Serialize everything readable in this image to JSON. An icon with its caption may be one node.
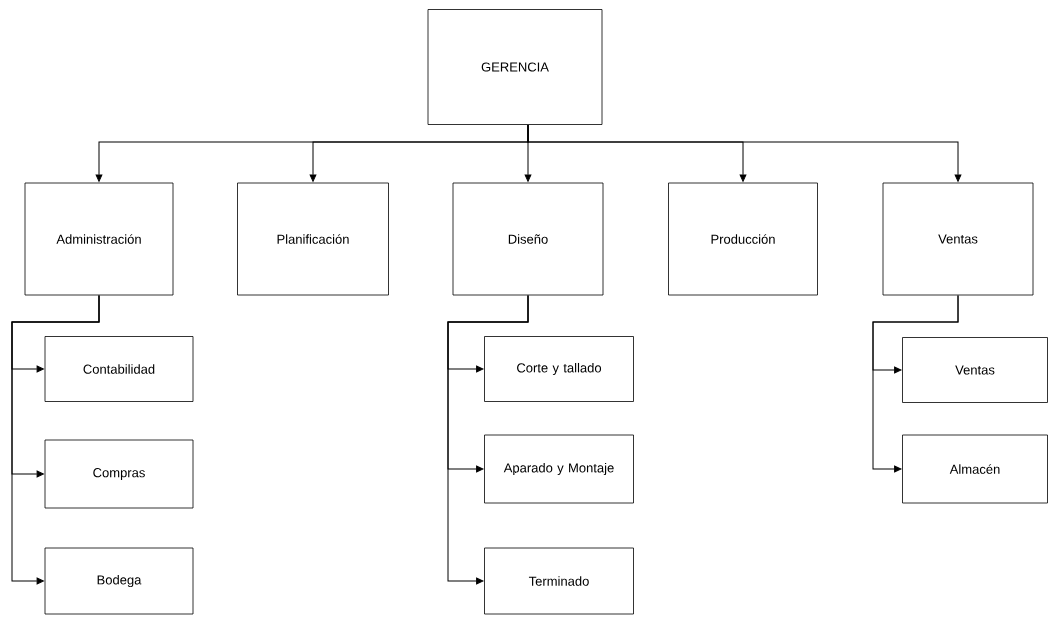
{
  "diagram": {
    "nodes": [
      {
        "text": [
          "GERENCIA"
        ]
      },
      {
        "text": [
          "Administración"
        ]
      },
      {
        "text": [
          "Planificación"
        ]
      },
      {
        "text": [
          "Diseño"
        ]
      },
      {
        "text": [
          "Producción"
        ]
      },
      {
        "text": [
          "Ventas"
        ]
      },
      {
        "text": [
          "Contabilidad"
        ]
      },
      {
        "text": [
          "Compras"
        ]
      },
      {
        "text": [
          "Bodega"
        ]
      },
      {
        "text": [
          "Corte y tallado"
        ]
      },
      {
        "text": [
          "Aparado y Montaje"
        ]
      },
      {
        "text": [
          "Terminado"
        ]
      },
      {
        "text": [
          "Ventas"
        ]
      },
      {
        "text": [
          "Almacén"
        ]
      }
    ],
    "edges": [
      {
        "from": 0,
        "to": 1,
        "arrow": "to"
      },
      {
        "from": 0,
        "to": 2,
        "arrow": "to"
      },
      {
        "from": 0,
        "to": 3,
        "arrow": "to"
      },
      {
        "from": 0,
        "to": 4,
        "arrow": "to"
      },
      {
        "from": 0,
        "to": 5,
        "arrow": "to"
      },
      {
        "from": 1,
        "to": 6,
        "arrow": "to"
      },
      {
        "from": 1,
        "to": 7,
        "arrow": "to"
      },
      {
        "from": 1,
        "to": 8,
        "arrow": "to"
      },
      {
        "from": 3,
        "to": 9,
        "arrow": "to"
      },
      {
        "from": 3,
        "to": 10,
        "arrow": "to"
      },
      {
        "from": 3,
        "to": 11,
        "arrow": "to"
      },
      {
        "from": 5,
        "to": 12,
        "arrow": "to"
      },
      {
        "from": 5,
        "to": 13,
        "arrow": "to"
      }
    ]
  }
}
